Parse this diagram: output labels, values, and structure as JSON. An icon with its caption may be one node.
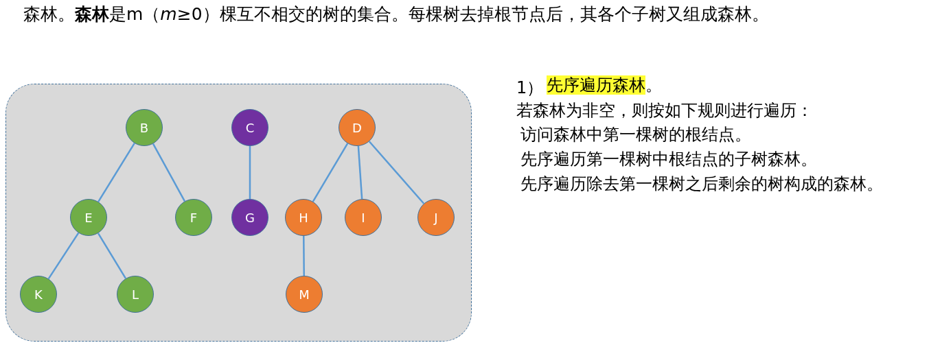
{
  "diagram": {
    "nodes": [
      {
        "text": [],
        "shape": "box"
      },
      {
        "text": [
          "B"
        ],
        "in": 0
      },
      {
        "text": [
          "C"
        ],
        "in": 0
      },
      {
        "text": [
          "D"
        ],
        "in": 0
      },
      {
        "text": [
          "E"
        ],
        "in": 0
      },
      {
        "text": [
          "F"
        ],
        "in": 0
      },
      {
        "text": [
          "G"
        ],
        "in": 0
      },
      {
        "text": [
          "H"
        ],
        "in": 0
      },
      {
        "text": [
          "I"
        ],
        "in": 0
      },
      {
        "text": [
          "J"
        ],
        "in": 0
      },
      {
        "text": [
          "K"
        ],
        "in": 0
      },
      {
        "text": [
          "L"
        ],
        "in": 0
      },
      {
        "text": [
          "M"
        ],
        "in": 0
      }
    ],
    "edges": [
      {
        "from": 1,
        "to": 4,
        "arrow": "none"
      },
      {
        "from": 1,
        "to": 5,
        "arrow": "none"
      },
      {
        "from": 4,
        "to": 10,
        "arrow": "none"
      },
      {
        "from": 4,
        "to": 11,
        "arrow": "none"
      },
      {
        "from": 2,
        "to": 6,
        "arrow": "none"
      },
      {
        "from": 3,
        "to": 7,
        "arrow": "none"
      },
      {
        "from": 3,
        "to": 8,
        "arrow": "none"
      },
      {
        "from": 3,
        "to": 9,
        "arrow": "none"
      },
      {
        "from": 7,
        "to": 12,
        "arrow": "none"
      }
    ],
    "labels": [
      "森林。**森林**是m（*m*≥0）棵互不相交的树的集合。每棵树去掉根节点后，其各个子树又组成森林。",
      "1）",
      "先序遍历森林。",
      "若森林为非空，则按如下规则进行遍历：",
      "访问森林中第一棵树的根结点。",
      "先序遍历第一棵树中根结点的子树森林。",
      "先序遍历除去第一棵树之后剩余的树构成的森林。"
    ]
  }
}
